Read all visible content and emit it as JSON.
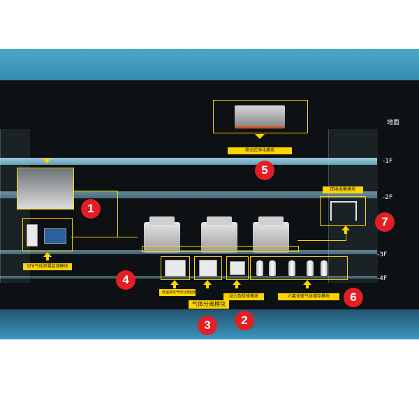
{
  "floors": {
    "ground": "地面",
    "b1": "-1F",
    "b2": "-2F",
    "b3": "-3F",
    "b4": "-4F"
  },
  "modules": {
    "m1_label": "SF6气体泄漏监测模块",
    "m2_label": "动力及检修模块",
    "m3_label": "气体分离模块",
    "m3_sub": "低温液化气体分离回收装置",
    "m5_label": "移动式净化模块",
    "m6_label": "六氟化硫气体储存模块",
    "m7_label": "回收收集模块"
  },
  "badges": [
    "1",
    "2",
    "3",
    "4",
    "5",
    "6",
    "7"
  ],
  "colors": {
    "accent_yellow": "#ffd400",
    "badge_red": "#e31e24",
    "sky_blue": "#3b95bf"
  }
}
